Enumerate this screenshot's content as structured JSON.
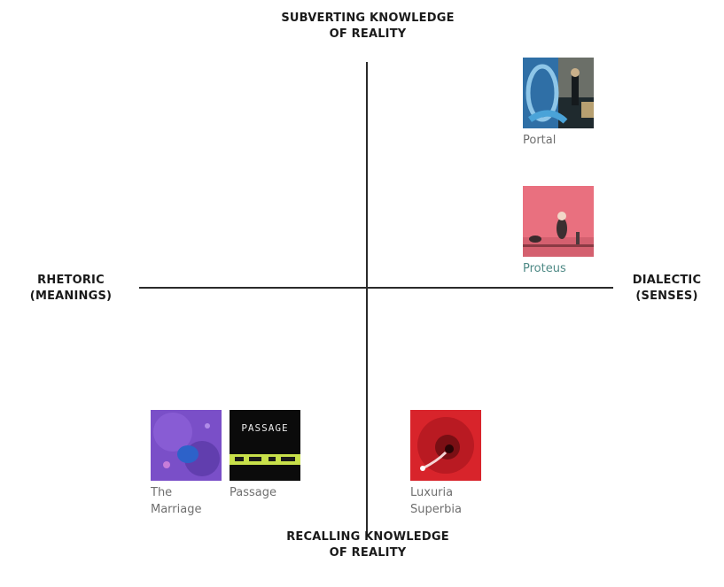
{
  "axes": {
    "top": [
      "SUBVERTING KNOWLEDGE",
      "OF REALITY"
    ],
    "bottom": [
      "RECALLING KNOWLEDGE",
      "OF REALITY"
    ],
    "left": [
      "RHETORIC",
      "(MEANINGS)"
    ],
    "right": [
      "DIALECTIC",
      "(SENSES)"
    ]
  },
  "artworks": {
    "portal": {
      "title": "Portal"
    },
    "proteus": {
      "title": "Proteus",
      "title_color": "#4f8a86"
    },
    "marriage": {
      "title": "The\nMarriage"
    },
    "passage": {
      "title": "Passage",
      "thumb_text": "PASSAGE"
    },
    "luxuria": {
      "title": "Luxuria\nSuperbia"
    }
  }
}
